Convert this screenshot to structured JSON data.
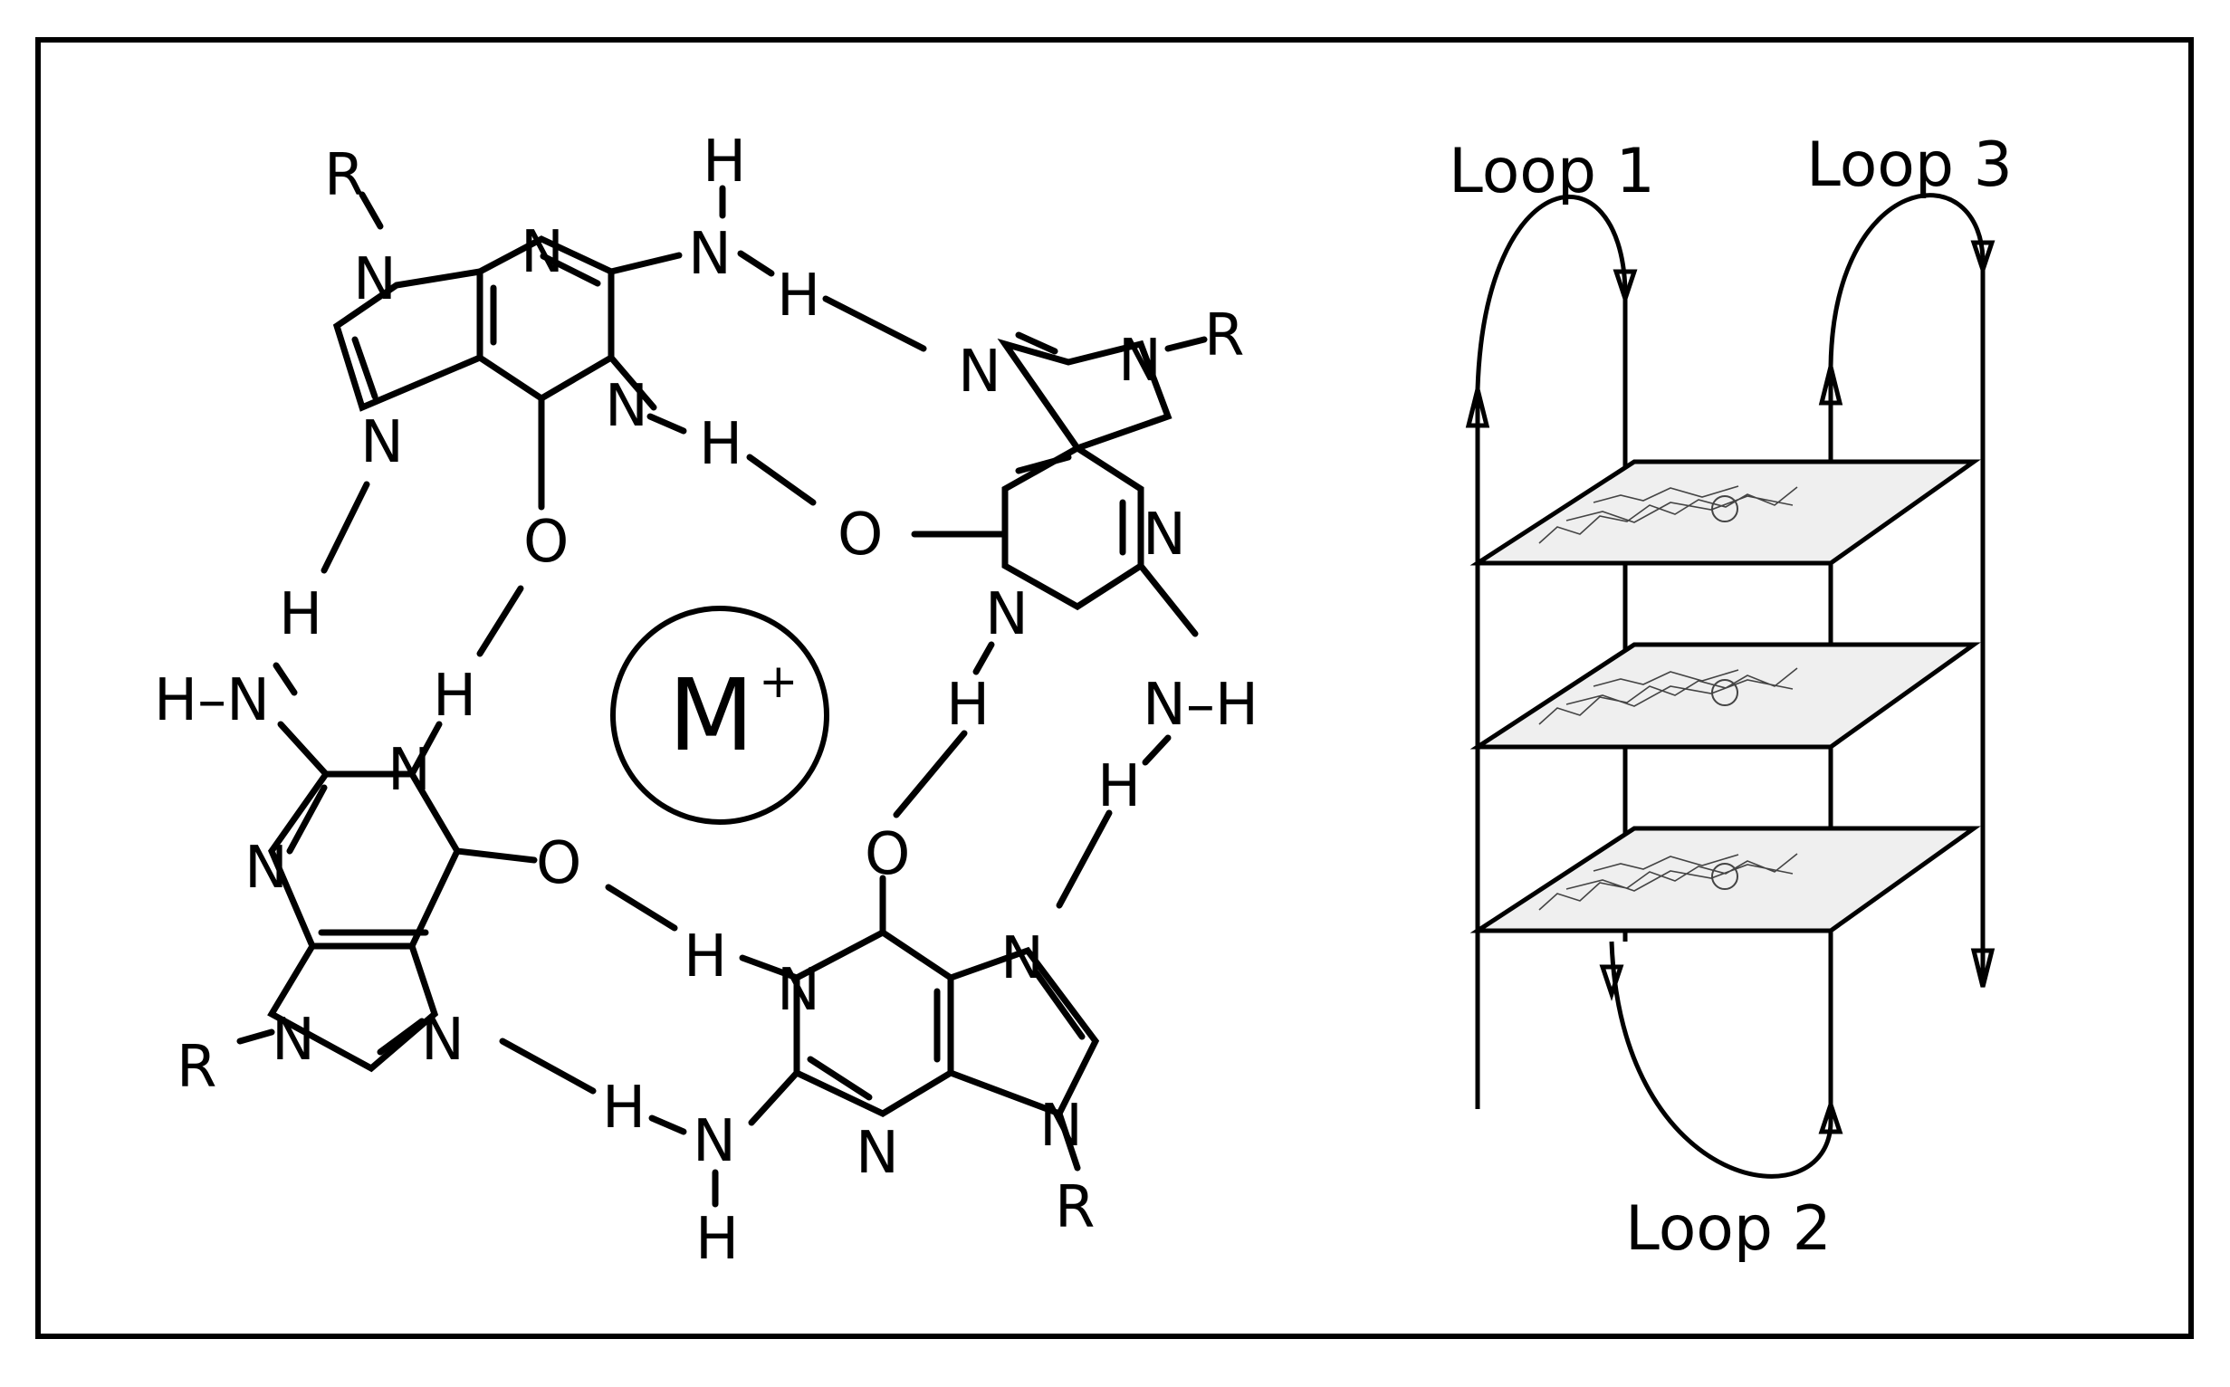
{
  "quartet": {
    "ion_label": "M",
    "ion_charge": "+",
    "substituent": "R",
    "nitrogen": "N",
    "hydrogen": "H",
    "oxygen": "O",
    "amine_group": "H–N",
    "amine_group_right": "N–H"
  },
  "stack": {
    "loop1": "Loop 1",
    "loop2": "Loop 2",
    "loop3": "Loop 3",
    "plate_count": 3
  },
  "colors": {
    "ink": "#000000",
    "plate_fill": "#efefef",
    "frame": "#000000"
  }
}
